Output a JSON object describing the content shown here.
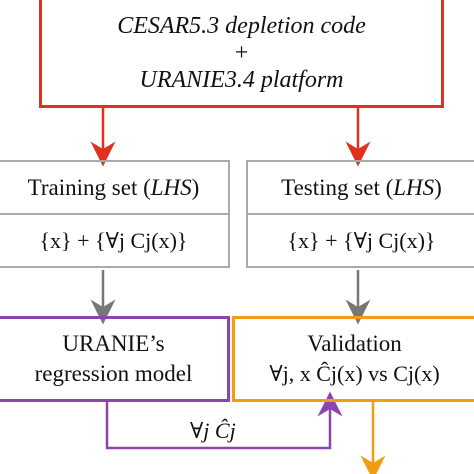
{
  "source": {
    "line1": "CESAR5.3 depletion code",
    "plus": "+",
    "line2": "URANIE3.4 platform"
  },
  "training": {
    "title": "Training set",
    "method": "LHS",
    "formula": "{x} + {∀j Cj(x)}"
  },
  "testing": {
    "title": "Testing set",
    "method": "LHS",
    "formula": "{x} + {∀j Cj(x)}"
  },
  "model": {
    "line1": "URANIE’s",
    "line2": "regression model"
  },
  "validation": {
    "title": "Validation",
    "formula": "∀j, x Ĉj(x) vs Cj(x)"
  },
  "edge_label": "∀j Ĉj",
  "colors": {
    "source_border": "#e0301e",
    "set_border": "#aaaaaa",
    "model_border": "#8e44ad",
    "validation_border": "#f39c12",
    "arrow_grey": "#777777"
  }
}
